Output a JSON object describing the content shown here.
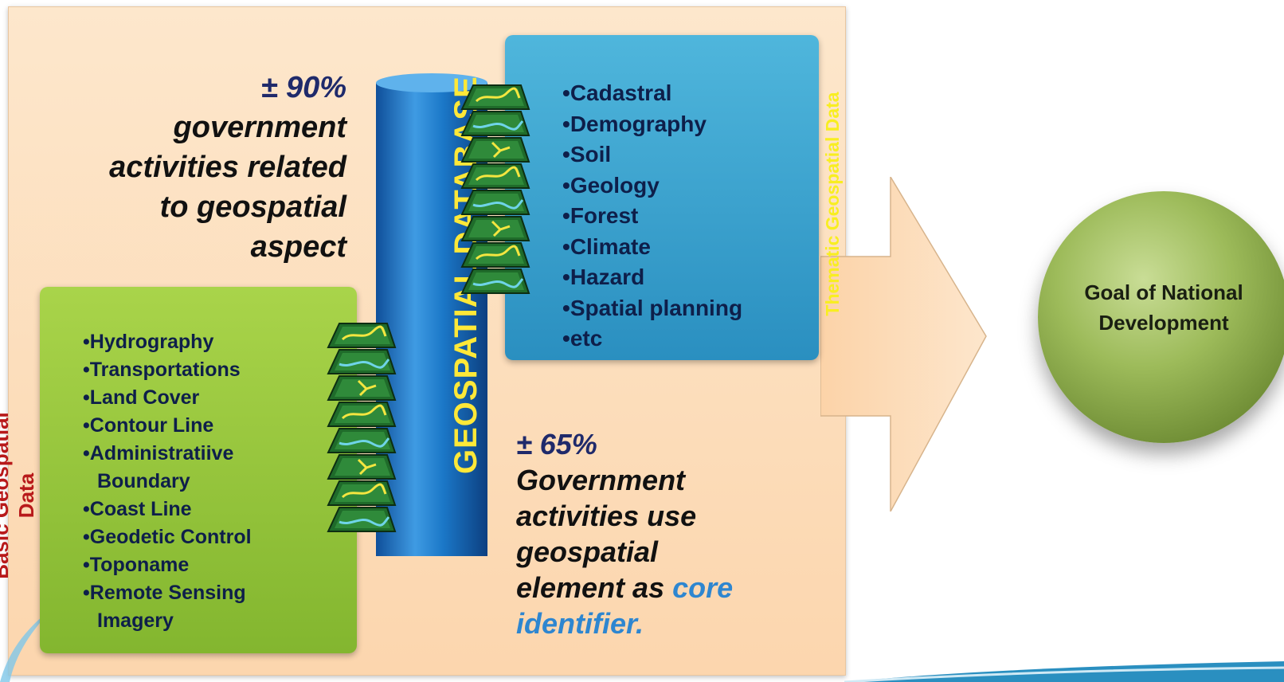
{
  "top_stat": {
    "percent": "± 90%",
    "line1": "government",
    "line2": "activities related",
    "line3": "to geospatial",
    "line4": "aspect"
  },
  "database_label": "GEOSPATIAL DATABASE",
  "thematic": {
    "label": "Thematic Geospatial Data",
    "items": [
      "Cadastral",
      "Demography",
      "Soil",
      "Geology",
      "Forest",
      "Climate",
      "Hazard",
      "Spatial planning",
      "etc"
    ]
  },
  "basic": {
    "label_line1": "Basic Geospatial",
    "label_line2": "Data",
    "items": [
      "Hydrography",
      "Transportations",
      "Land Cover",
      "Contour Line",
      "Administratiive",
      "Boundary",
      "Coast Line",
      "Geodetic Control",
      "Toponame",
      "Remote Sensing",
      "Imagery"
    ]
  },
  "bottom_stat": {
    "percent": "± 65%",
    "line1": "Government",
    "line2": "activities use",
    "line3": "geospatial",
    "line4_prefix": "element as ",
    "line4_highlight": "core",
    "line5_highlight": "identifier."
  },
  "goal": {
    "line1": "Goal of National",
    "line2": "Development"
  },
  "colors": {
    "panel": "#fde7cc",
    "basic_box": "#9bc93f",
    "thematic_box": "#3aa3d0",
    "database": "#1b78c8",
    "database_label": "#ffe838",
    "thematic_label": "#f8ee20",
    "basic_label": "#b8191a",
    "sphere": "#9dbb5a",
    "highlight_text": "#2e86d0"
  },
  "icons": {
    "map_layer": "map-layer-icon",
    "arrow": "right-arrow-shape",
    "sphere": "goal-sphere"
  }
}
